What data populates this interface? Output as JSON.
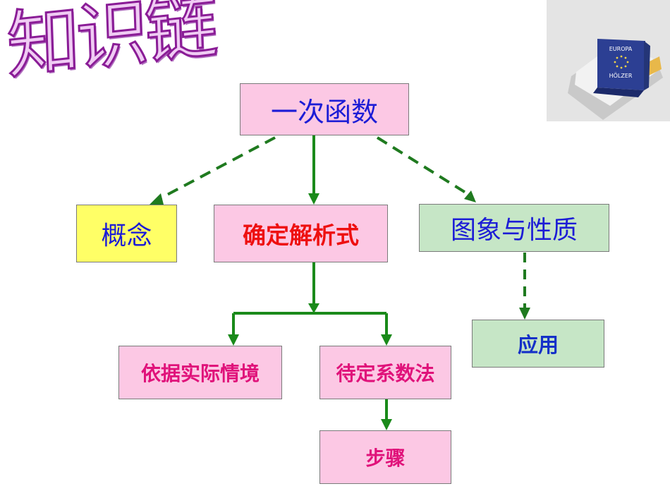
{
  "title": "知识链",
  "root": "一次函数",
  "concept": "概念",
  "method": "确定解析式",
  "graph": "图象与性质",
  "application": "应用",
  "real_context": "依据实际情境",
  "undetermined": "待定系数法",
  "steps": "步骤",
  "book": {
    "line1": "EUROPA",
    "line2": "HÖLZER"
  },
  "colors": {
    "solid_arrow": "#1a8a1a",
    "dashed_arrow": "#1f7a1f",
    "pink_box": "#fcc8e4",
    "yellow_box": "#ffff66",
    "green_box": "#c6e6c6",
    "title_fill": "#f0ccf4",
    "title_stroke": "#8a1c96"
  }
}
